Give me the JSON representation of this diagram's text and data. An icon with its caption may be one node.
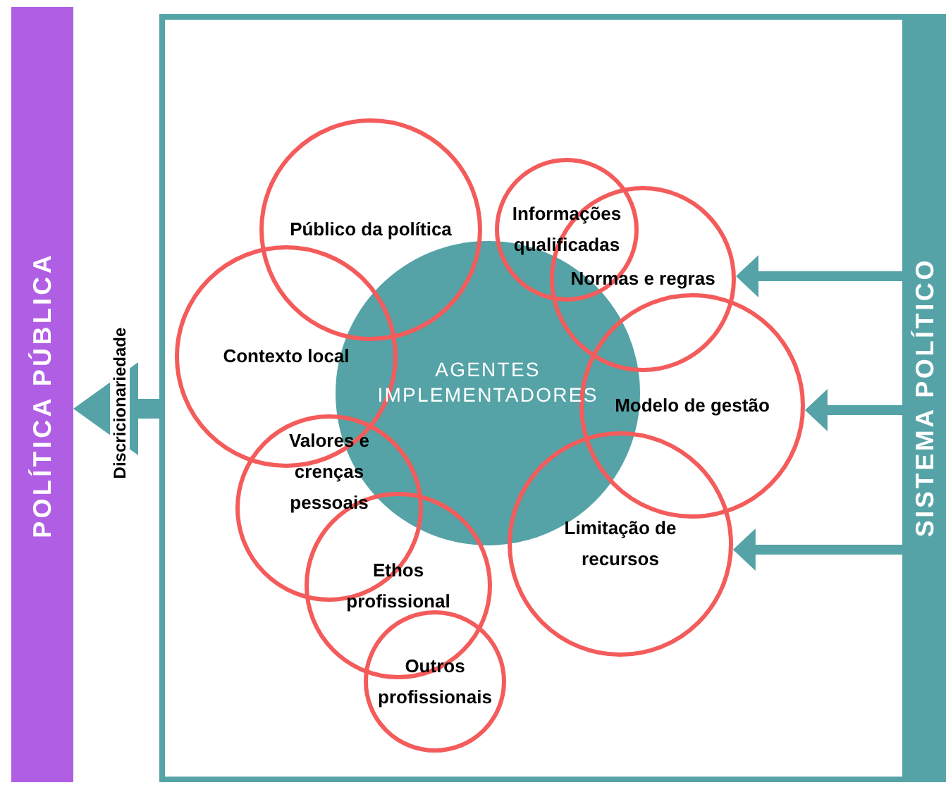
{
  "diagram": {
    "nodes": [
      {
        "text": [
          "POLÍTICA PÚBLICA"
        ]
      },
      {
        "text": [],
        "shape": "box"
      },
      {
        "text": [
          "AGENTES IMPLEMENTADORES"
        ],
        "in": 1
      },
      {
        "text": [
          "Público da política"
        ],
        "in": 1
      },
      {
        "text": [
          "Informações qualificadas"
        ],
        "in": 1
      },
      {
        "text": [
          "Normas e regras"
        ],
        "in": 1
      },
      {
        "text": [
          "Contexto local"
        ],
        "in": 1
      },
      {
        "text": [
          "Modelo de gestão"
        ],
        "in": 1
      },
      {
        "text": [
          "Valores e crenças pessoais"
        ],
        "in": 1
      },
      {
        "text": [
          "Limitação de recursos"
        ],
        "in": 1
      },
      {
        "text": [
          "Ethos profissional"
        ],
        "in": 1
      },
      {
        "text": [
          "Outros profissionais"
        ],
        "in": 1
      },
      {
        "text": [
          "SISTEMA POLÍTICO"
        ]
      }
    ],
    "edges": [
      {
        "from": 1,
        "to": 0,
        "arrow": "to",
        "label": "Discricionariedade",
        "style": "thick"
      },
      {
        "from": 12,
        "to": 5,
        "arrow": "to"
      },
      {
        "from": 12,
        "to": 7,
        "arrow": "to"
      },
      {
        "from": 12,
        "to": 9,
        "arrow": "to"
      }
    ]
  }
}
